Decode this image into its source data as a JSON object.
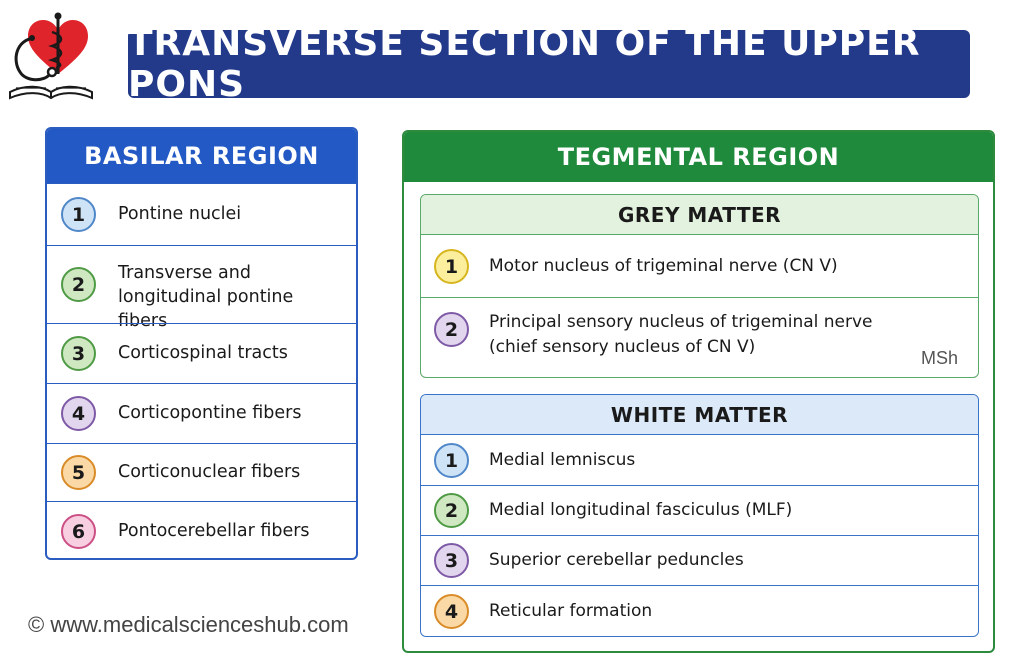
{
  "header": {
    "title": "TRANSVERSE SECTION OF THE UPPER PONS"
  },
  "logo": {
    "icon": "heart-stethoscope-book-logo"
  },
  "basilar": {
    "title": "BASILAR REGION",
    "items": [
      {
        "num": "1",
        "text": "Pontine nuclei",
        "color": "#cfe3f7",
        "border": "#4f87c9"
      },
      {
        "num": "2",
        "text": "Transverse and longitudinal pontine fibers",
        "color": "#cfe8c2",
        "border": "#4f9a45"
      },
      {
        "num": "3",
        "text": "Corticospinal tracts",
        "color": "#cfe8c2",
        "border": "#4f9a45"
      },
      {
        "num": "4",
        "text": "Corticopontine fibers",
        "color": "#e2d5ee",
        "border": "#7e5aa6"
      },
      {
        "num": "5",
        "text": "Corticonuclear fibers",
        "color": "#fbd9a6",
        "border": "#d98b28"
      },
      {
        "num": "6",
        "text": "Pontocerebellar fibers",
        "color": "#f7cfe0",
        "border": "#cc4f86"
      }
    ]
  },
  "tegmental": {
    "title": "TEGMENTAL REGION",
    "grey_matter": {
      "title": "GREY MATTER",
      "items": [
        {
          "num": "1",
          "text": "Motor nucleus of trigeminal nerve (CN V)",
          "color": "#fbee9c",
          "border": "#d6b51e"
        },
        {
          "num": "2",
          "text": "Principal sensory nucleus of trigeminal nerve (chief sensory nucleus of CN V)",
          "color": "#e2d5ee",
          "border": "#7e5aa6"
        }
      ],
      "watermark": "MSh"
    },
    "white_matter": {
      "title": "WHITE MATTER",
      "items": [
        {
          "num": "1",
          "text": "Medial lemniscus",
          "color": "#cfe3f7",
          "border": "#4f87c9"
        },
        {
          "num": "2",
          "text": "Medial longitudinal fasciculus (MLF)",
          "color": "#cfe8c2",
          "border": "#4f9a45"
        },
        {
          "num": "3",
          "text": "Superior cerebellar peduncles",
          "color": "#e2d5ee",
          "border": "#7e5aa6"
        },
        {
          "num": "4",
          "text": "Reticular formation",
          "color": "#fbd9a6",
          "border": "#d98b28"
        }
      ]
    }
  },
  "footer": {
    "copyright": "© www.medicalscienceshub.com"
  }
}
